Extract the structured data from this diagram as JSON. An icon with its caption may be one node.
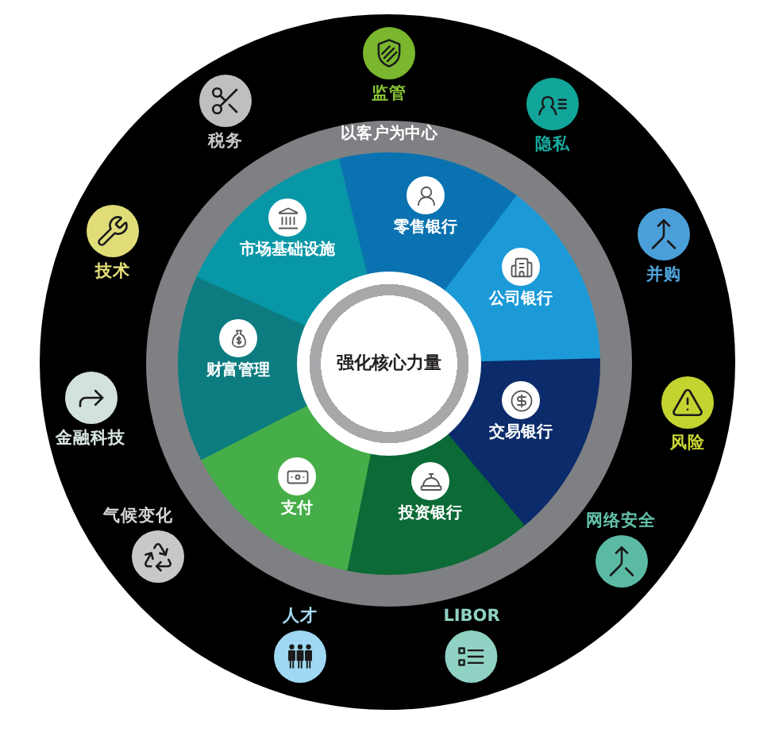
{
  "diagram": {
    "nodes": [
      {
        "text": [],
        "shape": "circle"
      },
      {
        "text": [
          "以客户为中心"
        ],
        "in": 0
      },
      {
        "text": [
          "零售银行"
        ],
        "in": 0
      },
      {
        "text": [
          "公司银行"
        ],
        "in": 0
      },
      {
        "text": [
          "交易银行"
        ],
        "in": 0
      },
      {
        "text": [
          "投资银行"
        ],
        "in": 0
      },
      {
        "text": [
          "支付"
        ],
        "in": 0
      },
      {
        "text": [
          "财富管理"
        ],
        "in": 0
      },
      {
        "text": [
          "市场基础设施"
        ],
        "in": 0
      },
      {
        "text": [
          "强化核心力量"
        ],
        "in": 0
      },
      {
        "text": [
          "监管"
        ],
        "in": 0
      },
      {
        "text": [
          "隐私"
        ],
        "in": 0
      },
      {
        "text": [
          "并购"
        ],
        "in": 0
      },
      {
        "text": [
          "风险"
        ],
        "in": 0
      },
      {
        "text": [
          "网络安全"
        ],
        "in": 0
      },
      {
        "text": [
          "LIBOR"
        ],
        "in": 0
      },
      {
        "text": [
          "人才"
        ],
        "in": 0
      },
      {
        "text": [
          "气候变化"
        ],
        "in": 0
      },
      {
        "text": [
          "金融科技"
        ],
        "in": 0
      },
      {
        "text": [
          "技术"
        ],
        "in": 0
      },
      {
        "text": [
          "税务"
        ],
        "in": 0
      }
    ]
  }
}
